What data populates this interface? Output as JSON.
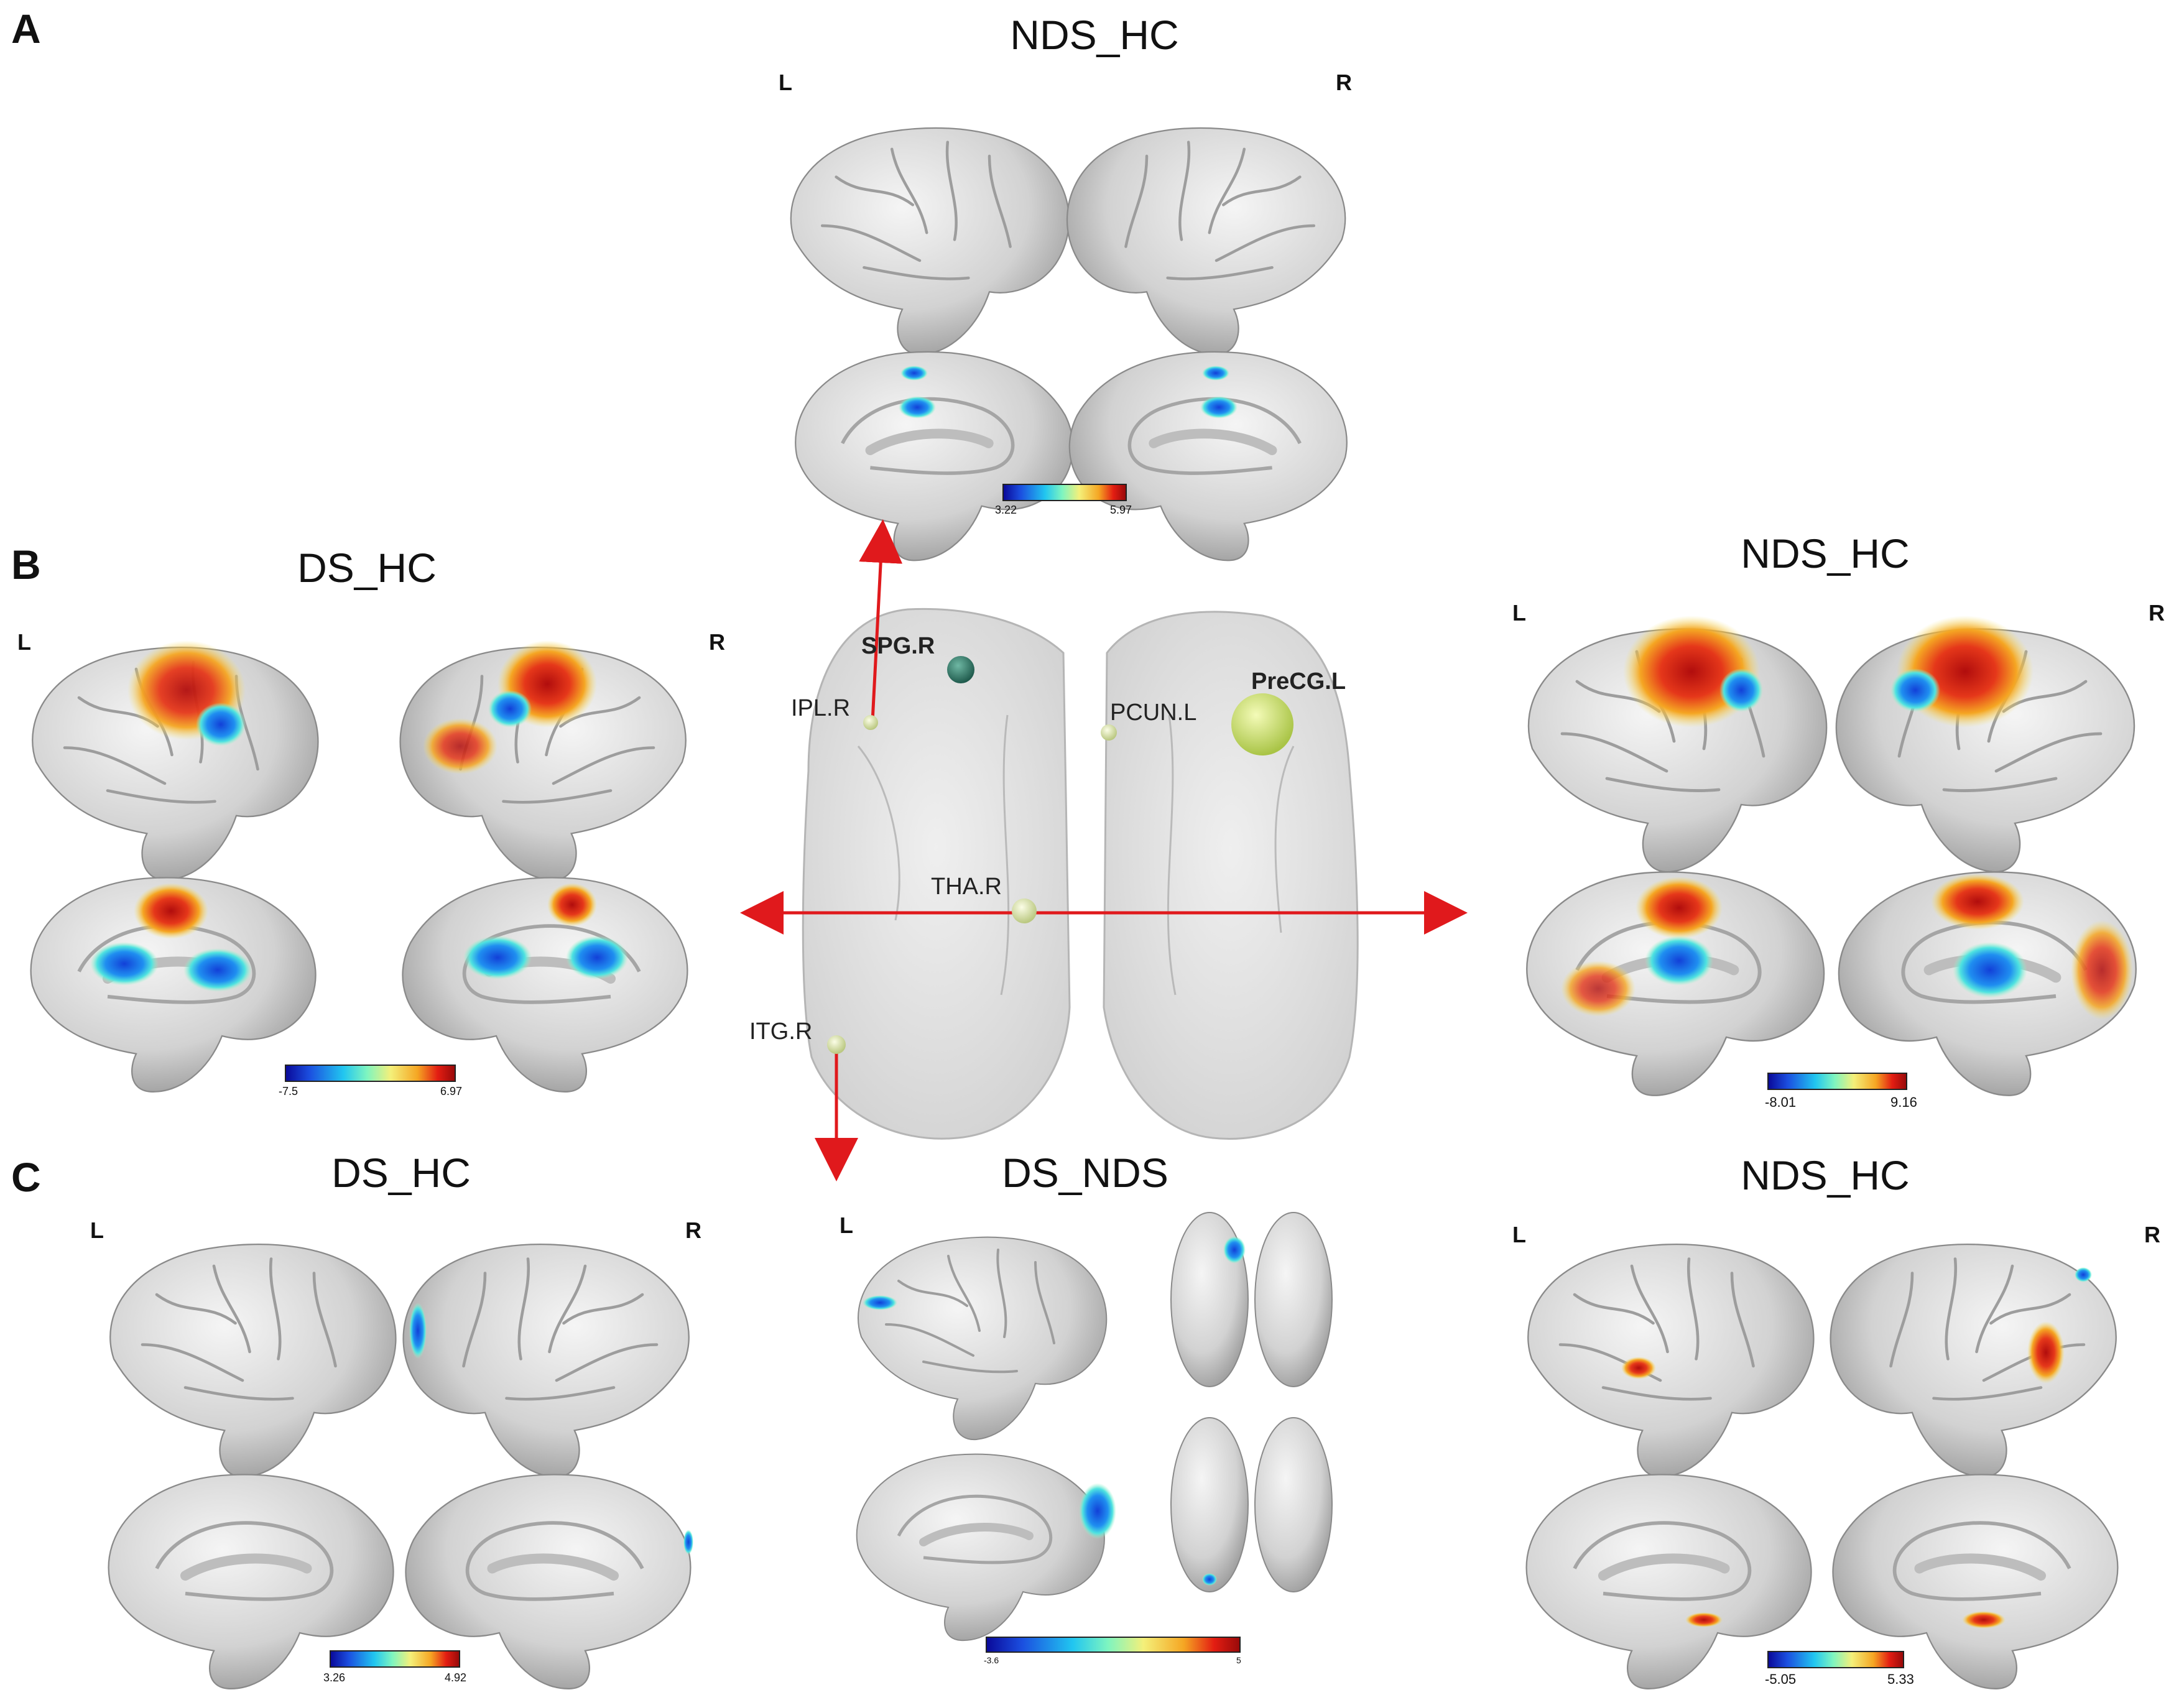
{
  "panels": {
    "A": {
      "letter": "A",
      "title": "NDS_HC",
      "left": "L",
      "right": "R",
      "cb_min": "3.22",
      "cb_max": "5.97"
    },
    "B": {
      "letter": "B",
      "left_title": "DS_HC",
      "left_L": "L",
      "left_R": "R",
      "left_cb_min": "-7.5",
      "left_cb_max": "6.97",
      "right_title": "NDS_HC",
      "right_L": "L",
      "right_R": "R",
      "right_cb_min": "-8.01",
      "right_cb_max": "9.16"
    },
    "C": {
      "letter": "C",
      "left_title": "DS_HC",
      "left_L": "L",
      "left_R": "R",
      "left_cb_min": "3.26",
      "left_cb_max": "4.92",
      "mid_title": "DS_NDS",
      "mid_L": "L",
      "mid_cb_min": "-3.6",
      "mid_cb_max": "5",
      "right_title": "NDS_HC",
      "right_L": "L",
      "right_R": "R",
      "right_cb_min": "-5.05",
      "right_cb_max": "5.33"
    }
  },
  "nodes": [
    {
      "label": "SPG.R",
      "bold": true
    },
    {
      "label": "IPL.R",
      "bold": false
    },
    {
      "label": "PCUN.L",
      "bold": false
    },
    {
      "label": "PreCG.L",
      "bold": true
    },
    {
      "label": "THA.R",
      "bold": false
    },
    {
      "label": "ITG.R",
      "bold": false
    }
  ],
  "colors": {
    "arrow": "#e0191c",
    "node_teal": "#2f7a6a",
    "node_pale": "#dfe8a4",
    "node_lime": "#d7ec7c"
  }
}
